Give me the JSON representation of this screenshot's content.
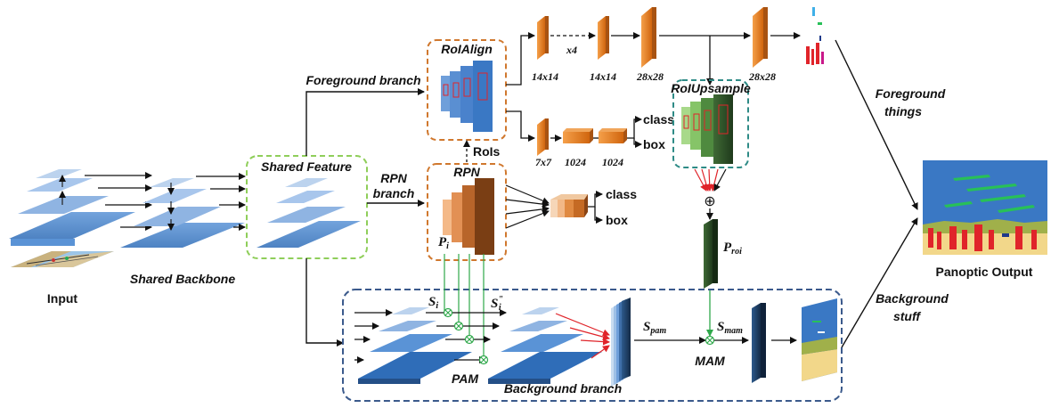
{
  "labels": {
    "input": "Input",
    "shared_backbone": "Shared Backbone",
    "shared_feature": "Shared Feature",
    "foreground_branch": "Foreground branch",
    "rpn_branch_1": "RPN",
    "rpn_branch_2": "branch",
    "roialign": "RoIAlign",
    "rpn_box_title": "RPN",
    "rois": "RoIs",
    "p_i": "P",
    "p_i_sub": "i",
    "x4": "x4",
    "dim_14a": "14x14",
    "dim_14b": "14x14",
    "dim_28a": "28x28",
    "dim_28b": "28x28",
    "dim_7x7": "7x7",
    "dim_1024a": "1024",
    "dim_1024b": "1024",
    "class_top": "class",
    "box_top": "box",
    "class_rpn": "class",
    "box_rpn": "box",
    "roiupsample": "RoIUpsample",
    "oplus": "⊕",
    "p_roi": "P",
    "p_roi_sub": "roi",
    "foreground_things_1": "Foreground",
    "foreground_things_2": "things",
    "background_stuff_1": "Background",
    "background_stuff_2": "stuff",
    "panoptic_output": "Panoptic Output",
    "s_i": "S",
    "s_i_sub": "i",
    "s_i_pp": "S",
    "s_i_pp_sup": "\"",
    "s_i_pp_sub": "i",
    "s_pam": "S",
    "s_pam_sub": "pam",
    "s_mam": "S",
    "s_mam_sub": "mam",
    "pam": "PAM",
    "mam": "MAM",
    "background_branch": "Background branch"
  },
  "colors": {
    "blue_light": "#bcd3ee",
    "blue_mid": "#7fa9dc",
    "blue_dark": "#3b78c4",
    "orange": "#e07a1f",
    "brown": "#8a4b1c",
    "green_box": "#8fce5a",
    "teal_box": "#2e8b86",
    "navy": "#1e3a5f",
    "red": "#e0242a",
    "green_line": "#2ea84a"
  }
}
